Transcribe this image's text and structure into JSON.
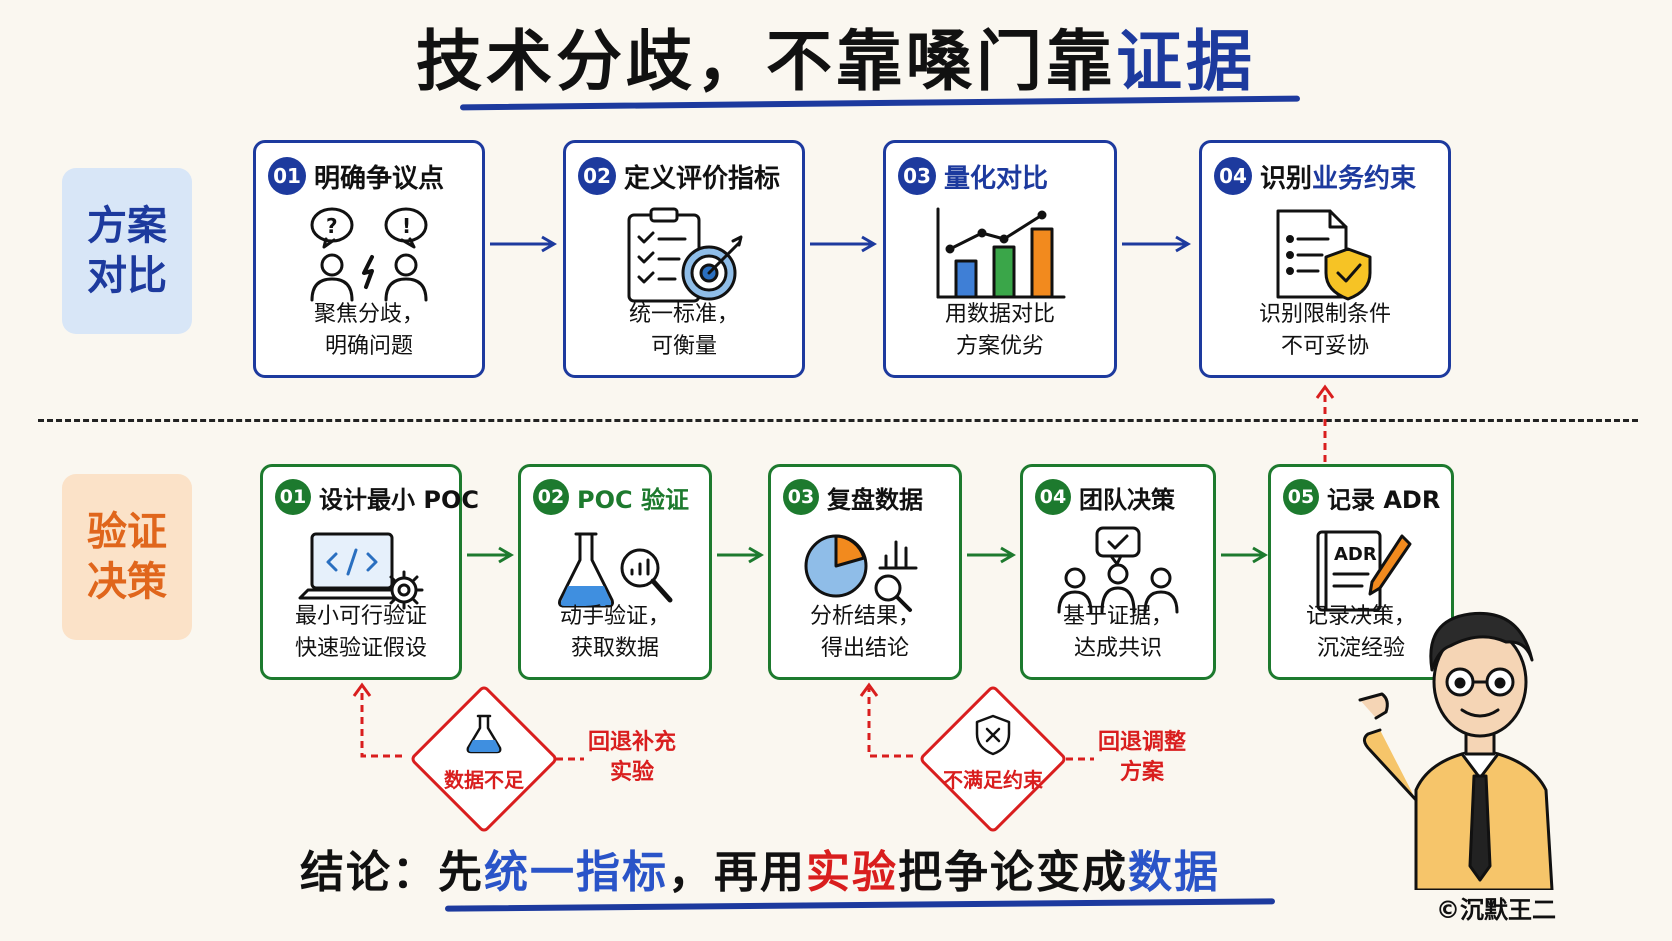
{
  "title": {
    "main": "技术分歧，不靠嗓门靠",
    "accent": "证据"
  },
  "sections": {
    "top": [
      "方案",
      "对比"
    ],
    "bottom": [
      "验证",
      "决策"
    ]
  },
  "top_cards": [
    {
      "num": "01",
      "title": "明确争议点",
      "title_accent": "",
      "desc": [
        "聚焦分歧，",
        "明确问题"
      ],
      "icon": "debate-people-icon"
    },
    {
      "num": "02",
      "title": "定义评价指标",
      "title_accent": "",
      "desc": [
        "统一标准，",
        "可衡量"
      ],
      "icon": "checklist-target-icon"
    },
    {
      "num": "03",
      "title": "",
      "title_accent": "量化对比",
      "desc": [
        "用数据对比",
        "方案优劣"
      ],
      "icon": "bar-chart-icon"
    },
    {
      "num": "04",
      "title": "识别",
      "title_accent": "业务约束",
      "desc": [
        "识别限制条件",
        "不可妥协"
      ],
      "icon": "document-shield-icon"
    }
  ],
  "bottom_cards": [
    {
      "num": "01",
      "title": "设计最小 POC",
      "title_accent": "",
      "desc": [
        "最小可行验证",
        "快速验证假设"
      ],
      "icon": "laptop-code-gear-icon"
    },
    {
      "num": "02",
      "title": "",
      "title_accent": "POC 验证",
      "desc": [
        "动手验证，",
        "获取数据"
      ],
      "icon": "flask-magnifier-icon"
    },
    {
      "num": "03",
      "title": "复盘数据",
      "title_accent": "",
      "desc": [
        "分析结果，",
        "得出结论"
      ],
      "icon": "pie-chart-magnifier-icon"
    },
    {
      "num": "04",
      "title": "团队决策",
      "title_accent": "",
      "desc": [
        "基于证据，",
        "达成共识"
      ],
      "icon": "team-check-icon"
    },
    {
      "num": "05",
      "title": "记录 ADR",
      "title_accent": "",
      "desc": [
        "记录决策，",
        "沉淀经验"
      ],
      "icon": "adr-book-pen-icon"
    }
  ],
  "feedback": [
    {
      "diamond": "数据不足",
      "note": [
        "回退补充",
        "实验"
      ],
      "icon": "flask-icon"
    },
    {
      "diamond": "不满足约束",
      "note": [
        "回退调整",
        "方案"
      ],
      "icon": "shield-x-icon"
    }
  ],
  "conclusion": {
    "p1": "结论：先",
    "p2": "统一指标",
    "p3": "，再用",
    "p4": "实验",
    "p5": "把争论变成",
    "p6": "数据"
  },
  "credit": "©沉默王二",
  "colors": {
    "blue": "#1d3a9e",
    "green": "#1d7a2e",
    "red": "#d91e1e",
    "orange": "#e0661c"
  }
}
